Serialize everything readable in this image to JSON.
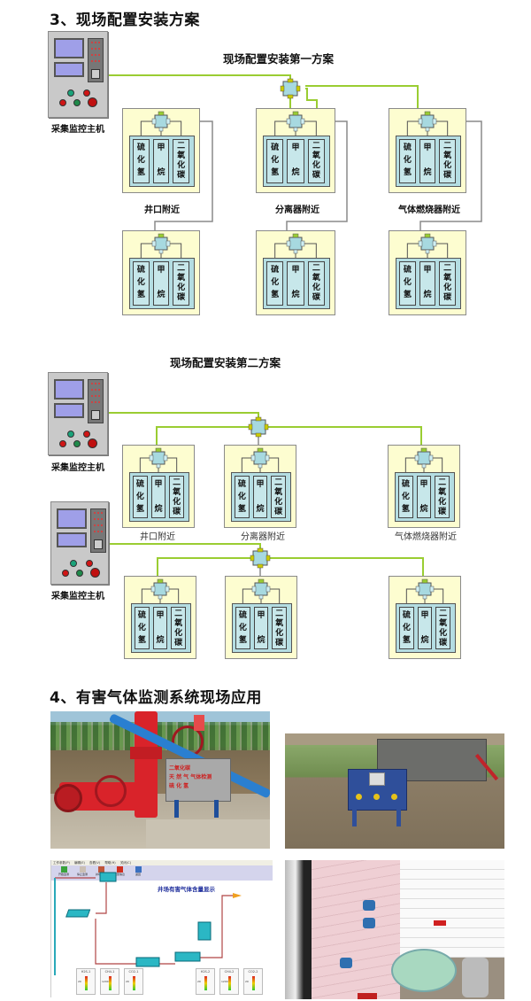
{
  "section3": {
    "title": "3、现场配置安装方案",
    "scheme1": {
      "title": "现场配置安装第一方案",
      "host_label": "采集监控主机",
      "locations": [
        "井口附近",
        "分离器附近",
        "气体燃烧器附近"
      ]
    },
    "scheme2": {
      "title": "现场配置安装第二方案",
      "host_label": "采集监控主机",
      "host_label_2": "采集监控主机",
      "locations": [
        "井口附近",
        "分离器附近",
        "气体燃烧器附近"
      ]
    },
    "sensor_cells": [
      {
        "name": "硫化氢",
        "chars": "硫\n化\n氢"
      },
      {
        "name": "甲烷",
        "chars": "甲\n\n烷"
      },
      {
        "name": "二氧化碳",
        "chars": "二\n氧\n化\n碳"
      }
    ],
    "colors": {
      "bus_line": "#9acd32",
      "signal_line": "#808080",
      "station_bg": "#fdfdd0",
      "tank": "#b4dde2",
      "screen": "#9f9fe8"
    }
  },
  "section4": {
    "title": "4、有害气体监测系统现场应用",
    "photo1": {
      "sign_lines": [
        "二氧化碳",
        "天 然 气  气体检测",
        "硫 化 氢"
      ]
    },
    "software": {
      "menu": [
        "工作参数(P)",
        "编辑(E)",
        "查看(V)",
        "帮助(H)",
        "关闭(C)"
      ],
      "toolbar": [
        "开始监测",
        "停止监测",
        "并场环境",
        "报警信息",
        "返回"
      ],
      "title": "井场有害气体含量显示",
      "gauges": [
        "H2S-1",
        "CH4-1",
        "CO2-1",
        "H2S-2",
        "CH4-2",
        "CO2-2"
      ],
      "gauge_ticks": [
        "20",
        "1200",
        "20",
        "20",
        "1200",
        "20"
      ]
    }
  }
}
